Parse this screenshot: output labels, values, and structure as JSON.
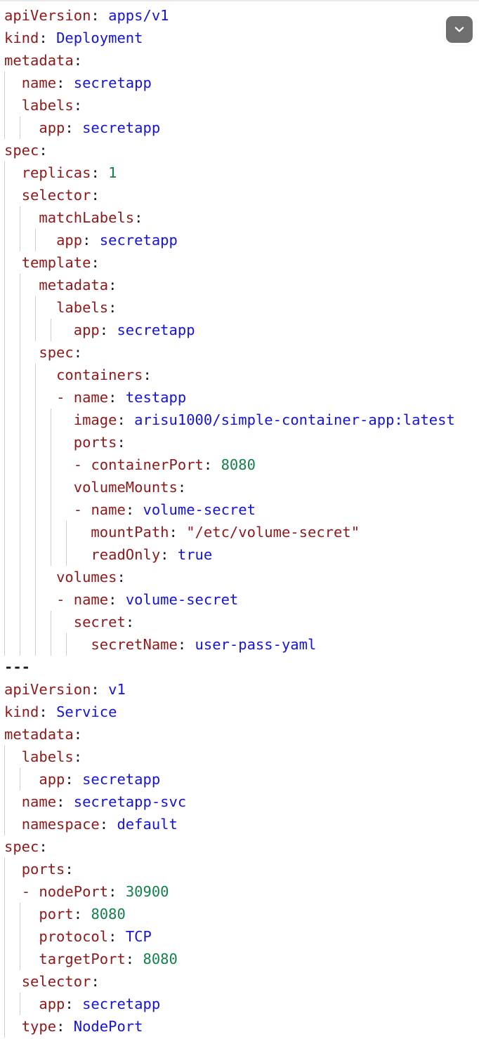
{
  "viewer": {
    "language": "yaml",
    "background_color": "#ffffff",
    "top_border_color": "#e8e8e8"
  },
  "colors": {
    "key": "#8b1a1a",
    "value": "#1414d2",
    "number": "#14804a",
    "string": "#8b1a1a",
    "punctuation": "#1a1a1a",
    "indent_guide": "#cfcfcf",
    "button_background": "#6e6e6e",
    "button_glyph": "#ffffff"
  },
  "controls": {
    "collapse_button": {
      "icon": "chevron-down-icon",
      "label": ""
    }
  },
  "code": {
    "full_text": "apiVersion: apps/v1\nkind: Deployment\nmetadata:\n  name: secretapp\n  labels:\n    app: secretapp\nspec:\n  replicas: 1\n  selector:\n    matchLabels:\n      app: secretapp\n  template:\n    metadata:\n      labels:\n        app: secretapp\n    spec:\n      containers:\n      - name: testapp\n        image: arisu1000/simple-container-app:latest\n        ports:\n        - containerPort: 8080\n        volumeMounts:\n        - name: volume-secret\n          mountPath: \"/etc/volume-secret\"\n          readOnly: true\n      volumes:\n      - name: volume-secret\n        secret:\n          secretName: user-pass-yaml\n---\napiVersion: v1\nkind: Service\nmetadata:\n  labels:\n    app: secretapp\n  name: secretapp-svc\n  namespace: default\nspec:\n  ports:\n  - nodePort: 30900\n    port: 8080\n    protocol: TCP\n    targetPort: 8080\n  selector:\n    app: secretapp\n  type: NodePort",
    "lines": [
      {
        "indent": 0,
        "guides": 0,
        "tokens": [
          {
            "t": "apiVersion",
            "c": "key"
          },
          {
            "t": ": ",
            "c": "punct"
          },
          {
            "t": "apps/v1",
            "c": "val"
          }
        ]
      },
      {
        "indent": 0,
        "guides": 0,
        "tokens": [
          {
            "t": "kind",
            "c": "key"
          },
          {
            "t": ": ",
            "c": "punct"
          },
          {
            "t": "Deployment",
            "c": "val"
          }
        ]
      },
      {
        "indent": 0,
        "guides": 0,
        "tokens": [
          {
            "t": "metadata",
            "c": "key"
          },
          {
            "t": ":",
            "c": "punct"
          }
        ]
      },
      {
        "indent": 2,
        "guides": 1,
        "tokens": [
          {
            "t": "name",
            "c": "key"
          },
          {
            "t": ": ",
            "c": "punct"
          },
          {
            "t": "secretapp",
            "c": "val"
          }
        ]
      },
      {
        "indent": 2,
        "guides": 1,
        "tokens": [
          {
            "t": "labels",
            "c": "key"
          },
          {
            "t": ":",
            "c": "punct"
          }
        ]
      },
      {
        "indent": 4,
        "guides": 2,
        "tokens": [
          {
            "t": "app",
            "c": "key"
          },
          {
            "t": ": ",
            "c": "punct"
          },
          {
            "t": "secretapp",
            "c": "val"
          }
        ]
      },
      {
        "indent": 0,
        "guides": 0,
        "tokens": [
          {
            "t": "spec",
            "c": "key"
          },
          {
            "t": ":",
            "c": "punct"
          }
        ]
      },
      {
        "indent": 2,
        "guides": 1,
        "tokens": [
          {
            "t": "replicas",
            "c": "key"
          },
          {
            "t": ": ",
            "c": "punct"
          },
          {
            "t": "1",
            "c": "num"
          }
        ]
      },
      {
        "indent": 2,
        "guides": 1,
        "tokens": [
          {
            "t": "selector",
            "c": "key"
          },
          {
            "t": ":",
            "c": "punct"
          }
        ]
      },
      {
        "indent": 4,
        "guides": 2,
        "tokens": [
          {
            "t": "matchLabels",
            "c": "key"
          },
          {
            "t": ":",
            "c": "punct"
          }
        ]
      },
      {
        "indent": 6,
        "guides": 3,
        "tokens": [
          {
            "t": "app",
            "c": "key"
          },
          {
            "t": ": ",
            "c": "punct"
          },
          {
            "t": "secretapp",
            "c": "val"
          }
        ]
      },
      {
        "indent": 2,
        "guides": 1,
        "tokens": [
          {
            "t": "template",
            "c": "key"
          },
          {
            "t": ":",
            "c": "punct"
          }
        ]
      },
      {
        "indent": 4,
        "guides": 2,
        "tokens": [
          {
            "t": "metadata",
            "c": "key"
          },
          {
            "t": ":",
            "c": "punct"
          }
        ]
      },
      {
        "indent": 6,
        "guides": 3,
        "tokens": [
          {
            "t": "labels",
            "c": "key"
          },
          {
            "t": ":",
            "c": "punct"
          }
        ]
      },
      {
        "indent": 8,
        "guides": 4,
        "tokens": [
          {
            "t": "app",
            "c": "key"
          },
          {
            "t": ": ",
            "c": "punct"
          },
          {
            "t": "secretapp",
            "c": "val"
          }
        ]
      },
      {
        "indent": 4,
        "guides": 2,
        "tokens": [
          {
            "t": "spec",
            "c": "key"
          },
          {
            "t": ":",
            "c": "punct"
          }
        ]
      },
      {
        "indent": 6,
        "guides": 3,
        "tokens": [
          {
            "t": "containers",
            "c": "key"
          },
          {
            "t": ":",
            "c": "punct"
          }
        ]
      },
      {
        "indent": 6,
        "guides": 3,
        "tokens": [
          {
            "t": "- ",
            "c": "dash"
          },
          {
            "t": "name",
            "c": "key"
          },
          {
            "t": ": ",
            "c": "punct"
          },
          {
            "t": "testapp",
            "c": "val"
          }
        ]
      },
      {
        "indent": 8,
        "guides": 4,
        "tokens": [
          {
            "t": "image",
            "c": "key"
          },
          {
            "t": ": ",
            "c": "punct"
          },
          {
            "t": "arisu1000/simple-container-app:latest",
            "c": "val"
          }
        ]
      },
      {
        "indent": 8,
        "guides": 4,
        "tokens": [
          {
            "t": "ports",
            "c": "key"
          },
          {
            "t": ":",
            "c": "punct"
          }
        ]
      },
      {
        "indent": 8,
        "guides": 4,
        "tokens": [
          {
            "t": "- ",
            "c": "dash"
          },
          {
            "t": "containerPort",
            "c": "key"
          },
          {
            "t": ": ",
            "c": "punct"
          },
          {
            "t": "8080",
            "c": "num"
          }
        ]
      },
      {
        "indent": 8,
        "guides": 4,
        "tokens": [
          {
            "t": "volumeMounts",
            "c": "key"
          },
          {
            "t": ":",
            "c": "punct"
          }
        ]
      },
      {
        "indent": 8,
        "guides": 4,
        "tokens": [
          {
            "t": "- ",
            "c": "dash"
          },
          {
            "t": "name",
            "c": "key"
          },
          {
            "t": ": ",
            "c": "punct"
          },
          {
            "t": "volume-secret",
            "c": "val"
          }
        ]
      },
      {
        "indent": 10,
        "guides": 5,
        "tokens": [
          {
            "t": "mountPath",
            "c": "key"
          },
          {
            "t": ": ",
            "c": "punct"
          },
          {
            "t": "\"/etc/volume-secret\"",
            "c": "str"
          }
        ]
      },
      {
        "indent": 10,
        "guides": 5,
        "tokens": [
          {
            "t": "readOnly",
            "c": "key"
          },
          {
            "t": ": ",
            "c": "punct"
          },
          {
            "t": "true",
            "c": "val"
          }
        ]
      },
      {
        "indent": 6,
        "guides": 3,
        "tokens": [
          {
            "t": "volumes",
            "c": "key"
          },
          {
            "t": ":",
            "c": "punct"
          }
        ]
      },
      {
        "indent": 6,
        "guides": 3,
        "tokens": [
          {
            "t": "- ",
            "c": "dash"
          },
          {
            "t": "name",
            "c": "key"
          },
          {
            "t": ": ",
            "c": "punct"
          },
          {
            "t": "volume-secret",
            "c": "val"
          }
        ]
      },
      {
        "indent": 8,
        "guides": 4,
        "tokens": [
          {
            "t": "secret",
            "c": "key"
          },
          {
            "t": ":",
            "c": "punct"
          }
        ]
      },
      {
        "indent": 10,
        "guides": 5,
        "tokens": [
          {
            "t": "secretName",
            "c": "key"
          },
          {
            "t": ": ",
            "c": "punct"
          },
          {
            "t": "user-pass-yaml",
            "c": "val"
          }
        ]
      },
      {
        "indent": 0,
        "guides": 0,
        "tokens": [
          {
            "t": "---",
            "c": "doc"
          }
        ]
      },
      {
        "indent": 0,
        "guides": 0,
        "tokens": [
          {
            "t": "apiVersion",
            "c": "key"
          },
          {
            "t": ": ",
            "c": "punct"
          },
          {
            "t": "v1",
            "c": "val"
          }
        ]
      },
      {
        "indent": 0,
        "guides": 0,
        "tokens": [
          {
            "t": "kind",
            "c": "key"
          },
          {
            "t": ": ",
            "c": "punct"
          },
          {
            "t": "Service",
            "c": "val"
          }
        ]
      },
      {
        "indent": 0,
        "guides": 0,
        "tokens": [
          {
            "t": "metadata",
            "c": "key"
          },
          {
            "t": ":",
            "c": "punct"
          }
        ]
      },
      {
        "indent": 2,
        "guides": 1,
        "tokens": [
          {
            "t": "labels",
            "c": "key"
          },
          {
            "t": ":",
            "c": "punct"
          }
        ]
      },
      {
        "indent": 4,
        "guides": 2,
        "tokens": [
          {
            "t": "app",
            "c": "key"
          },
          {
            "t": ": ",
            "c": "punct"
          },
          {
            "t": "secretapp",
            "c": "val"
          }
        ]
      },
      {
        "indent": 2,
        "guides": 1,
        "tokens": [
          {
            "t": "name",
            "c": "key"
          },
          {
            "t": ": ",
            "c": "punct"
          },
          {
            "t": "secretapp-svc",
            "c": "val"
          }
        ]
      },
      {
        "indent": 2,
        "guides": 1,
        "tokens": [
          {
            "t": "namespace",
            "c": "key"
          },
          {
            "t": ": ",
            "c": "punct"
          },
          {
            "t": "default",
            "c": "val"
          }
        ]
      },
      {
        "indent": 0,
        "guides": 0,
        "tokens": [
          {
            "t": "spec",
            "c": "key"
          },
          {
            "t": ":",
            "c": "punct"
          }
        ]
      },
      {
        "indent": 2,
        "guides": 1,
        "tokens": [
          {
            "t": "ports",
            "c": "key"
          },
          {
            "t": ":",
            "c": "punct"
          }
        ]
      },
      {
        "indent": 2,
        "guides": 1,
        "tokens": [
          {
            "t": "- ",
            "c": "dash"
          },
          {
            "t": "nodePort",
            "c": "key"
          },
          {
            "t": ": ",
            "c": "punct"
          },
          {
            "t": "30900",
            "c": "num"
          }
        ]
      },
      {
        "indent": 4,
        "guides": 2,
        "tokens": [
          {
            "t": "port",
            "c": "key"
          },
          {
            "t": ": ",
            "c": "punct"
          },
          {
            "t": "8080",
            "c": "num"
          }
        ]
      },
      {
        "indent": 4,
        "guides": 2,
        "tokens": [
          {
            "t": "protocol",
            "c": "key"
          },
          {
            "t": ": ",
            "c": "punct"
          },
          {
            "t": "TCP",
            "c": "val"
          }
        ]
      },
      {
        "indent": 4,
        "guides": 2,
        "tokens": [
          {
            "t": "targetPort",
            "c": "key"
          },
          {
            "t": ": ",
            "c": "punct"
          },
          {
            "t": "8080",
            "c": "num"
          }
        ]
      },
      {
        "indent": 2,
        "guides": 1,
        "tokens": [
          {
            "t": "selector",
            "c": "key"
          },
          {
            "t": ":",
            "c": "punct"
          }
        ]
      },
      {
        "indent": 4,
        "guides": 2,
        "tokens": [
          {
            "t": "app",
            "c": "key"
          },
          {
            "t": ": ",
            "c": "punct"
          },
          {
            "t": "secretapp",
            "c": "val"
          }
        ]
      },
      {
        "indent": 2,
        "guides": 1,
        "tokens": [
          {
            "t": "type",
            "c": "key"
          },
          {
            "t": ": ",
            "c": "punct"
          },
          {
            "t": "NodePort",
            "c": "val"
          }
        ]
      }
    ]
  }
}
